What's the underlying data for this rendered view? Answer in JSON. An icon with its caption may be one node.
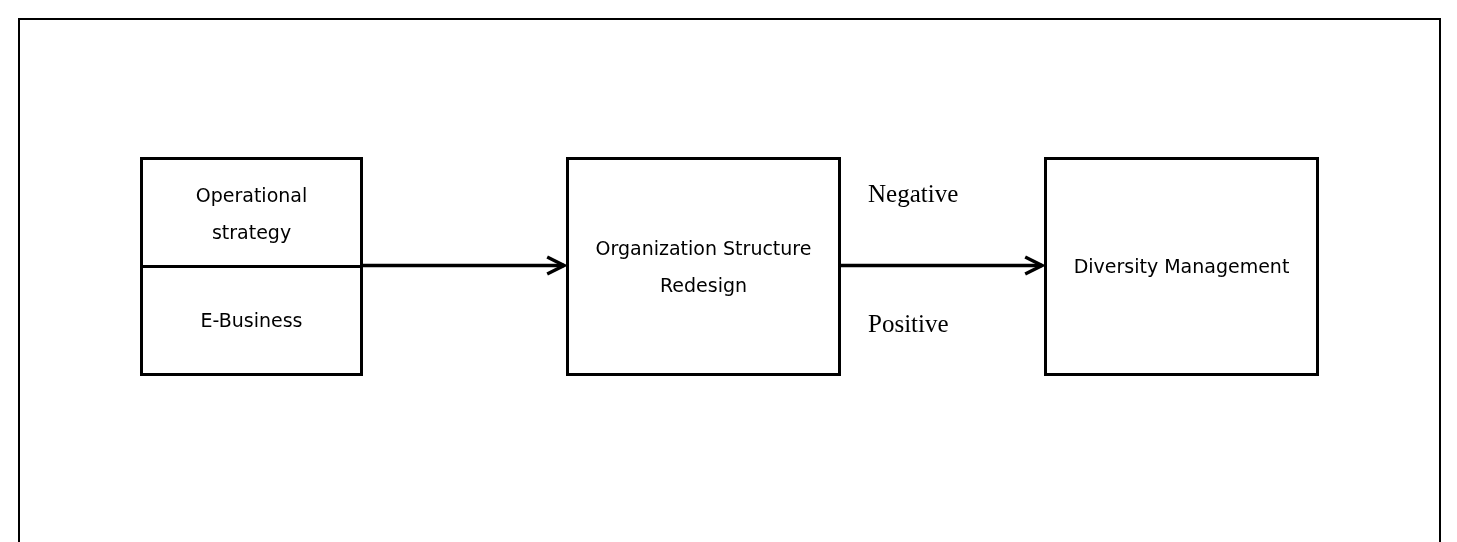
{
  "diagram": {
    "nodes": [
      {
        "text": [],
        "shape": "box"
      },
      {
        "text": [
          "Operational strategy"
        ],
        "in": 0
      },
      {
        "text": [
          "E-Business"
        ],
        "in": 0
      },
      {
        "text": [
          "Organization Structure Redesign"
        ]
      },
      {
        "text": [
          "Diversity Management"
        ]
      }
    ],
    "edges": [
      {
        "from": 0,
        "to": 3,
        "arrow": "to"
      },
      {
        "from": 3,
        "to": 4,
        "arrow": "to"
      }
    ],
    "labels": [
      "Negative",
      "Positive"
    ]
  }
}
